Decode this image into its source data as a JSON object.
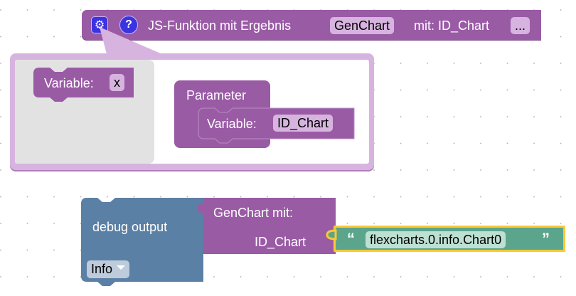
{
  "function_block": {
    "settings_icon": "gear-icon",
    "help_icon": "question-mark-icon",
    "help_glyph": "?",
    "gear_glyph": "⚙",
    "label_prefix": "JS-Funktion mit Ergebnis",
    "function_name": "GenChart",
    "label_params": "mit: ID_Chart",
    "more_button": "..."
  },
  "mutator": {
    "flyout_block": {
      "label": "Variable:",
      "value": "x"
    },
    "container_block": {
      "label": "Parameter",
      "item": {
        "label": "Variable:",
        "value": "ID_Chart"
      }
    }
  },
  "debug_block": {
    "label": "debug output",
    "level": "Info"
  },
  "call_block": {
    "label": "GenChart  mit:",
    "arg_label": "ID_Chart"
  },
  "text_block": {
    "open_quote": "“",
    "value": "flexcharts.0.info.Chart0",
    "close_quote": "”"
  },
  "colors": {
    "procedure": "#9a5ba5",
    "procedure_field": "#d7b4e0",
    "debug": "#5b80a5",
    "text": "#5ba58c",
    "selection_highlight": "#fcc934",
    "icon_button": "#3b33e0"
  }
}
